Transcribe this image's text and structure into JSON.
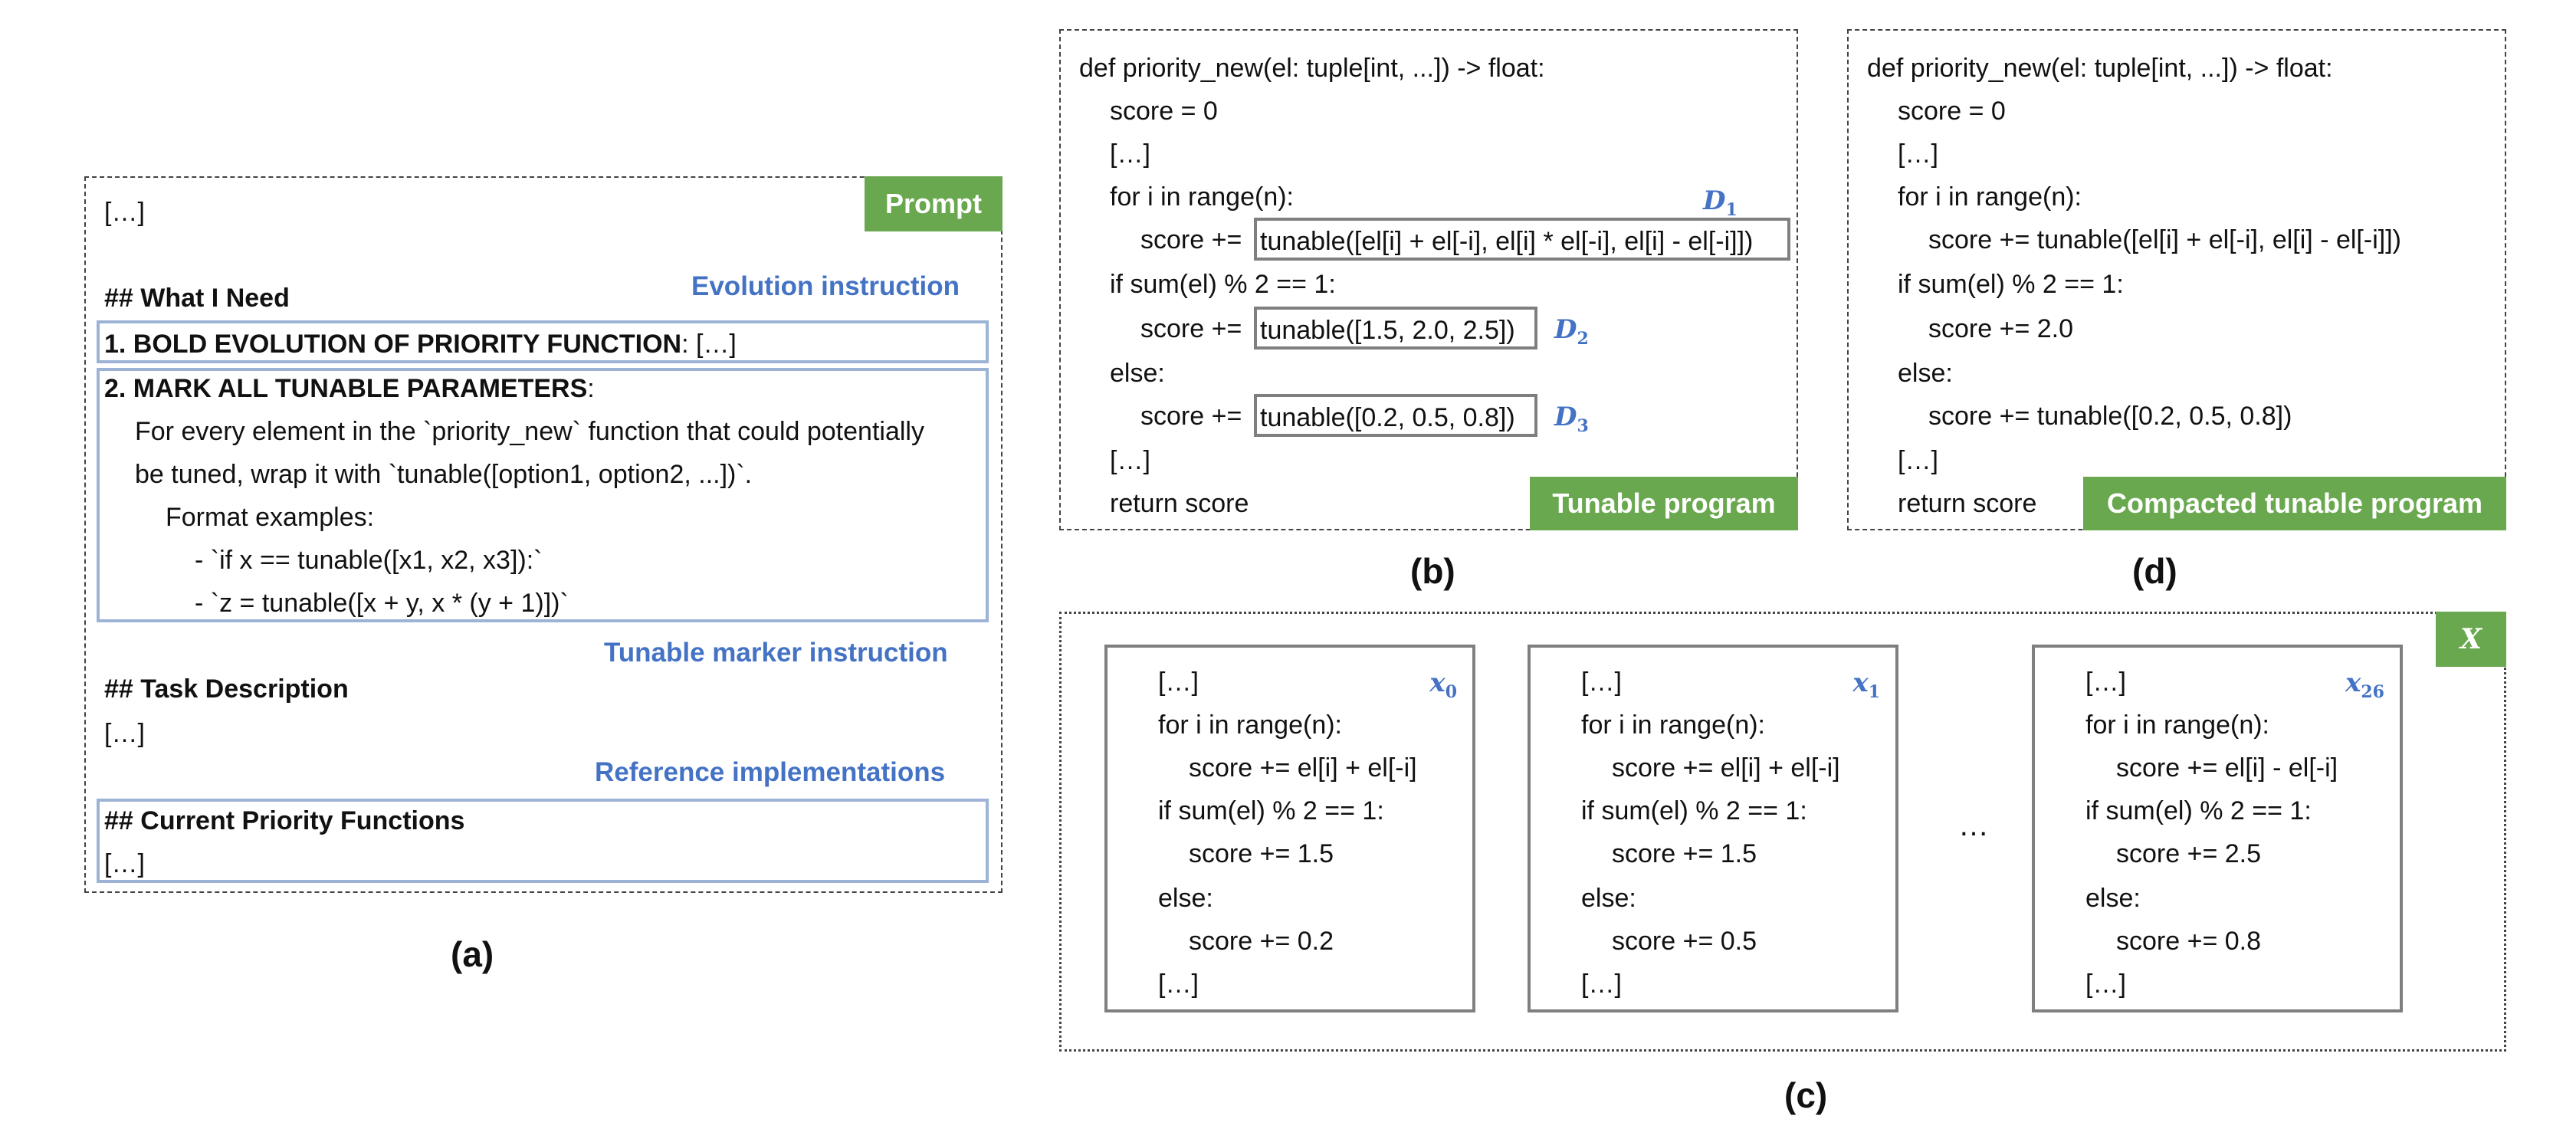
{
  "panel_a": {
    "tag": "Prompt",
    "ellipsis_top": "[…]",
    "what_heading": "## What I Need",
    "evolution_label": "Evolution instruction",
    "item1_bold": "1. BOLD EVOLUTION OF PRIORITY FUNCTION",
    "item1_rest": ": […]",
    "item2_bold": "2. MARK ALL TUNABLE PARAMETERS",
    "item2_rest": ":",
    "item2_line1": "For every element in the `priority_new` function that could potentially",
    "item2_line2": "be tuned, wrap it with `tunable([option1, option2, ...])`.",
    "item2_line3": "Format examples:",
    "item2_line4": "- `if x == tunable([x1, x2, x3]):`",
    "item2_line5": "- `z = tunable([x + y, x * (y + 1)])`",
    "tunable_label": "Tunable marker instruction",
    "task_heading": "## Task Description",
    "task_ellipsis": "[…]",
    "reference_label": "Reference implementations",
    "current_heading": "## Current Priority Functions",
    "current_ellipsis": "[…]",
    "caption": "(a)"
  },
  "panel_b": {
    "tag": "Tunable program",
    "l1": "def priority_new(el: tuple[int, ...]) -> float:",
    "l2": "score = 0",
    "l3": "[…]",
    "l4": "for i in range(n):",
    "l5_prefix": "score +=",
    "l5_box": "tunable([el[i] + el[-i], el[i] * el[-i], el[i] - el[-i]])",
    "l6": "if sum(el) % 2 == 1:",
    "l7_prefix": "score +=",
    "l7_box": "tunable([1.5, 2.0, 2.5])",
    "l8": "else:",
    "l9_prefix": "score +=",
    "l9_box": "tunable([0.2, 0.5, 0.8])",
    "l10": "[…]",
    "l11": "return score",
    "d1": "D",
    "d1_sub": "1",
    "d2": "D",
    "d2_sub": "2",
    "d3": "D",
    "d3_sub": "3",
    "caption": "(b)"
  },
  "panel_d": {
    "tag": "Compacted tunable program",
    "l1": "def priority_new(el: tuple[int, ...]) -> float:",
    "l2": "score = 0",
    "l3": "[…]",
    "l4": "for i in range(n):",
    "l5": "score += tunable([el[i] + el[-i], el[i] - el[-i]])",
    "l6": "if sum(el) % 2 == 1:",
    "l7": "score += 2.0",
    "l8": "else:",
    "l9": "score += tunable([0.2, 0.5, 0.8])",
    "l10": "[…]",
    "l11": "return score",
    "caption": "(d)"
  },
  "panel_c": {
    "tag": "X",
    "dots": "…",
    "caption": "(c)",
    "programs": [
      {
        "label": "x",
        "label_sub": "0",
        "lines": [
          "[…]",
          "for i in range(n):",
          "score += el[i] + el[-i]",
          "if sum(el) % 2 == 1:",
          "score += 1.5",
          "else:",
          "score += 0.2",
          "[…]"
        ]
      },
      {
        "label": "x",
        "label_sub": "1",
        "lines": [
          "[…]",
          "for i in range(n):",
          "score += el[i] + el[-i]",
          "if sum(el) % 2 == 1:",
          "score += 1.5",
          "else:",
          "score += 0.5",
          "[…]"
        ]
      },
      {
        "label": "x",
        "label_sub": "26",
        "lines": [
          "[…]",
          "for i in range(n):",
          "score += el[i] - el[-i]",
          "if sum(el) % 2 == 1:",
          "score += 2.5",
          "else:",
          "score += 0.8",
          "[…]"
        ]
      }
    ]
  }
}
